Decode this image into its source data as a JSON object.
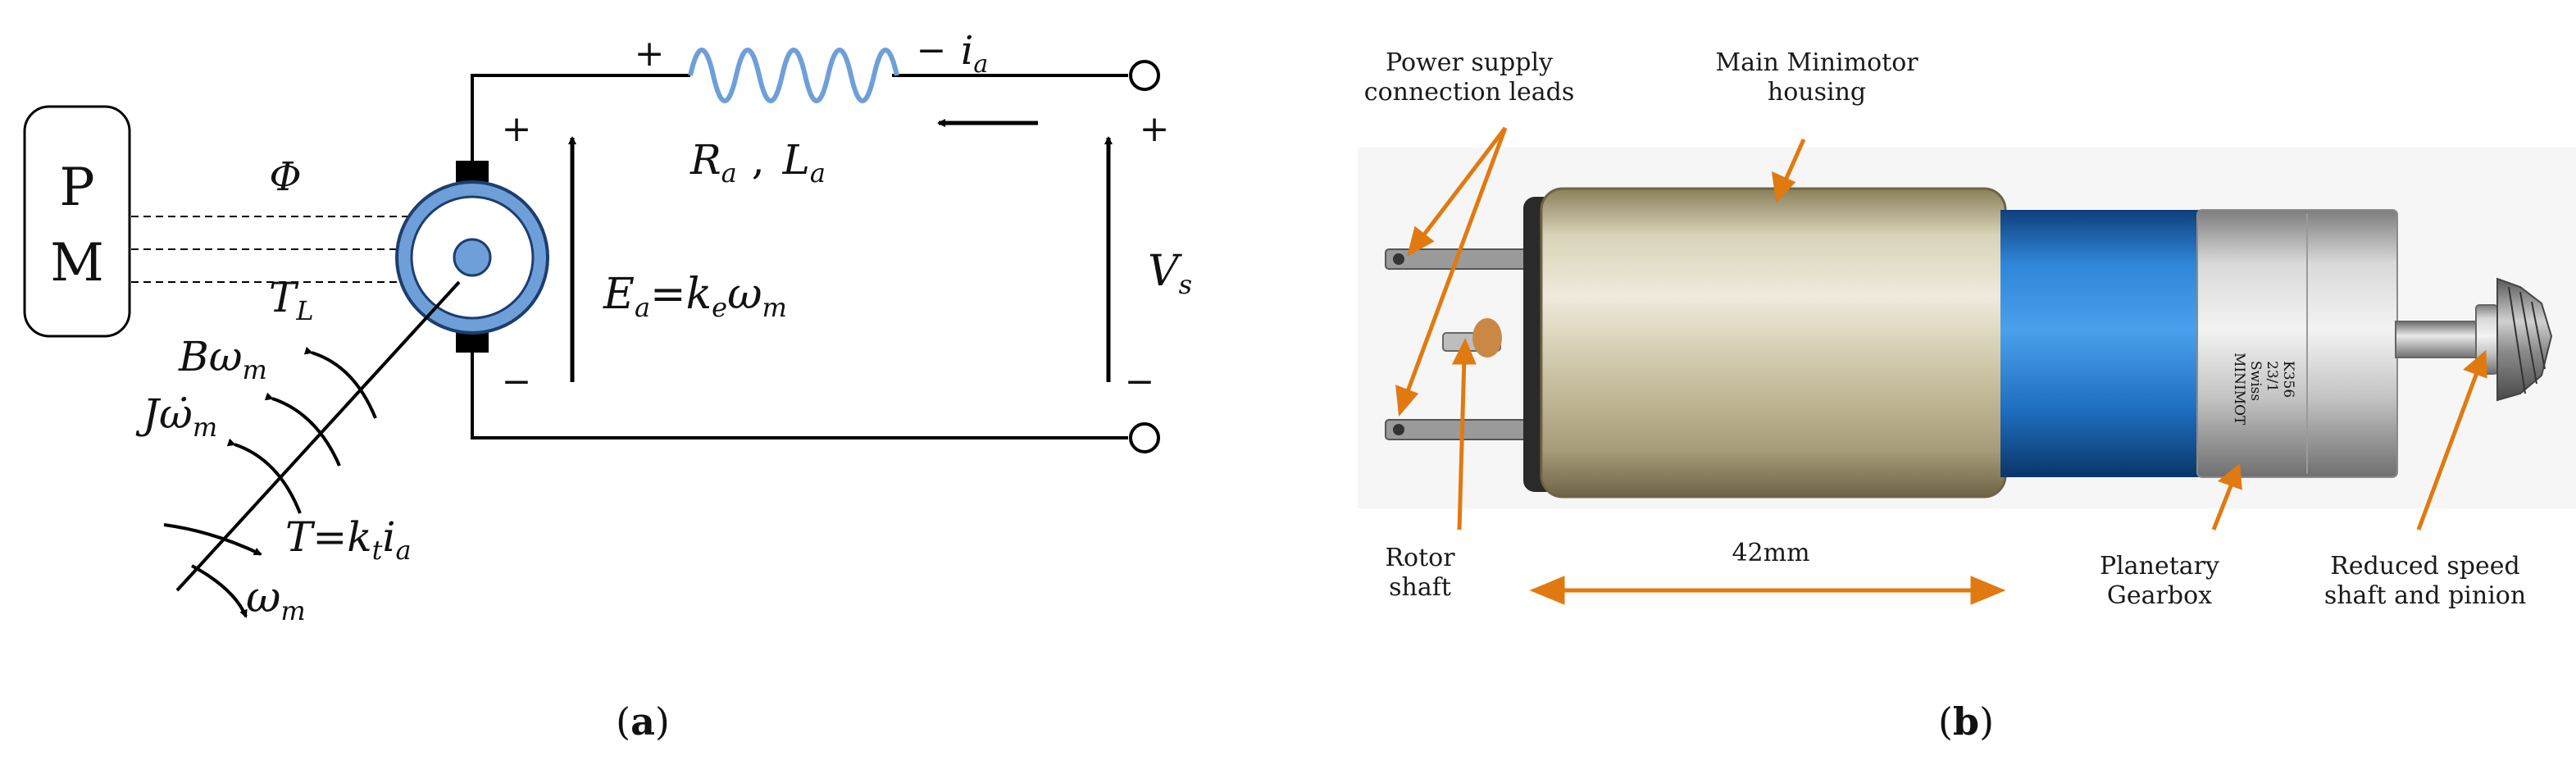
{
  "panel_a": {
    "pm_top": "P",
    "pm_bottom": "M",
    "flux": "Φ",
    "coil_plus": "+",
    "coil_minus": "−",
    "current_label": "i",
    "current_sub": "a",
    "resistance": "R",
    "resistance_sub": "a",
    "inductance": "L",
    "inductance_sub": "a",
    "sep": ",",
    "motor_plus": "+",
    "motor_minus": "−",
    "source_plus": "+",
    "source_minus": "−",
    "emf_lhs": "E",
    "emf_lhs_sub": "a",
    "emf_eq": "=",
    "emf_k": "k",
    "emf_k_sub": "e",
    "emf_w": "ω",
    "emf_w_sub": "m",
    "vs": "V",
    "vs_sub": "s",
    "load_torque": "T",
    "load_torque_sub": "L",
    "friction_B": "B",
    "friction_w": "ω",
    "friction_sub": "m",
    "inertia_J": "J",
    "inertia_w": "ω̇",
    "inertia_sub": "m",
    "torque_T": "T",
    "torque_eq": "=",
    "torque_k": "k",
    "torque_k_sub": "t",
    "torque_i": "i",
    "torque_i_sub": "a",
    "speed_w": "ω",
    "speed_sub": "m",
    "caption_open": "(",
    "caption_letter": "a",
    "caption_close": ")"
  },
  "panel_b": {
    "label_power": [
      "Power supply",
      "connection leads"
    ],
    "label_housing": [
      "Main Minimotor",
      "housing"
    ],
    "label_rotor": [
      "Rotor",
      "shaft"
    ],
    "label_length": "42mm",
    "label_gearbox": [
      "Planetary",
      "Gearbox"
    ],
    "label_pinion": [
      "Reduced speed",
      "shaft and pinion"
    ],
    "gearbox_marking": [
      "MINIMOT",
      "Swiss",
      "23/1",
      "K356"
    ],
    "caption_open": "(",
    "caption_letter": "b",
    "caption_close": ")"
  },
  "colors": {
    "coil": "#6f9fd8",
    "motor_ring": "#6f9fd8",
    "rotor_dot": "#6f9fd8",
    "annotation_arrow": "#e07a10",
    "gearbox_blue": "#1e74c6"
  }
}
